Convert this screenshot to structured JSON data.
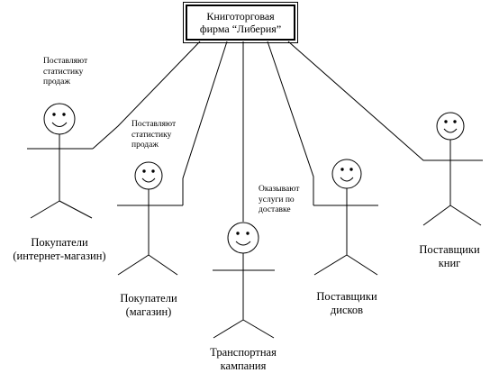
{
  "system": {
    "line1": "Книготорговая",
    "line2": "фирма “Либерия”"
  },
  "actors": [
    {
      "line1": "Покупатели",
      "line2": "(интернет-магазин)"
    },
    {
      "line1": "Покупатели",
      "line2": "(магазин)"
    },
    {
      "line1": "Транспортная",
      "line2": "кампания"
    },
    {
      "line1": "Поставщики",
      "line2": "дисков"
    },
    {
      "line1": "Поставщики",
      "line2": "книг"
    }
  ],
  "notes": [
    {
      "line1": "Поставляют",
      "line2": "статистику",
      "line3": "продаж"
    },
    {
      "line1": "Поставляют",
      "line2": "статистику",
      "line3": "продаж"
    },
    {
      "line1": "Оказывают",
      "line2": "услуги по",
      "line3": "доставке"
    }
  ]
}
